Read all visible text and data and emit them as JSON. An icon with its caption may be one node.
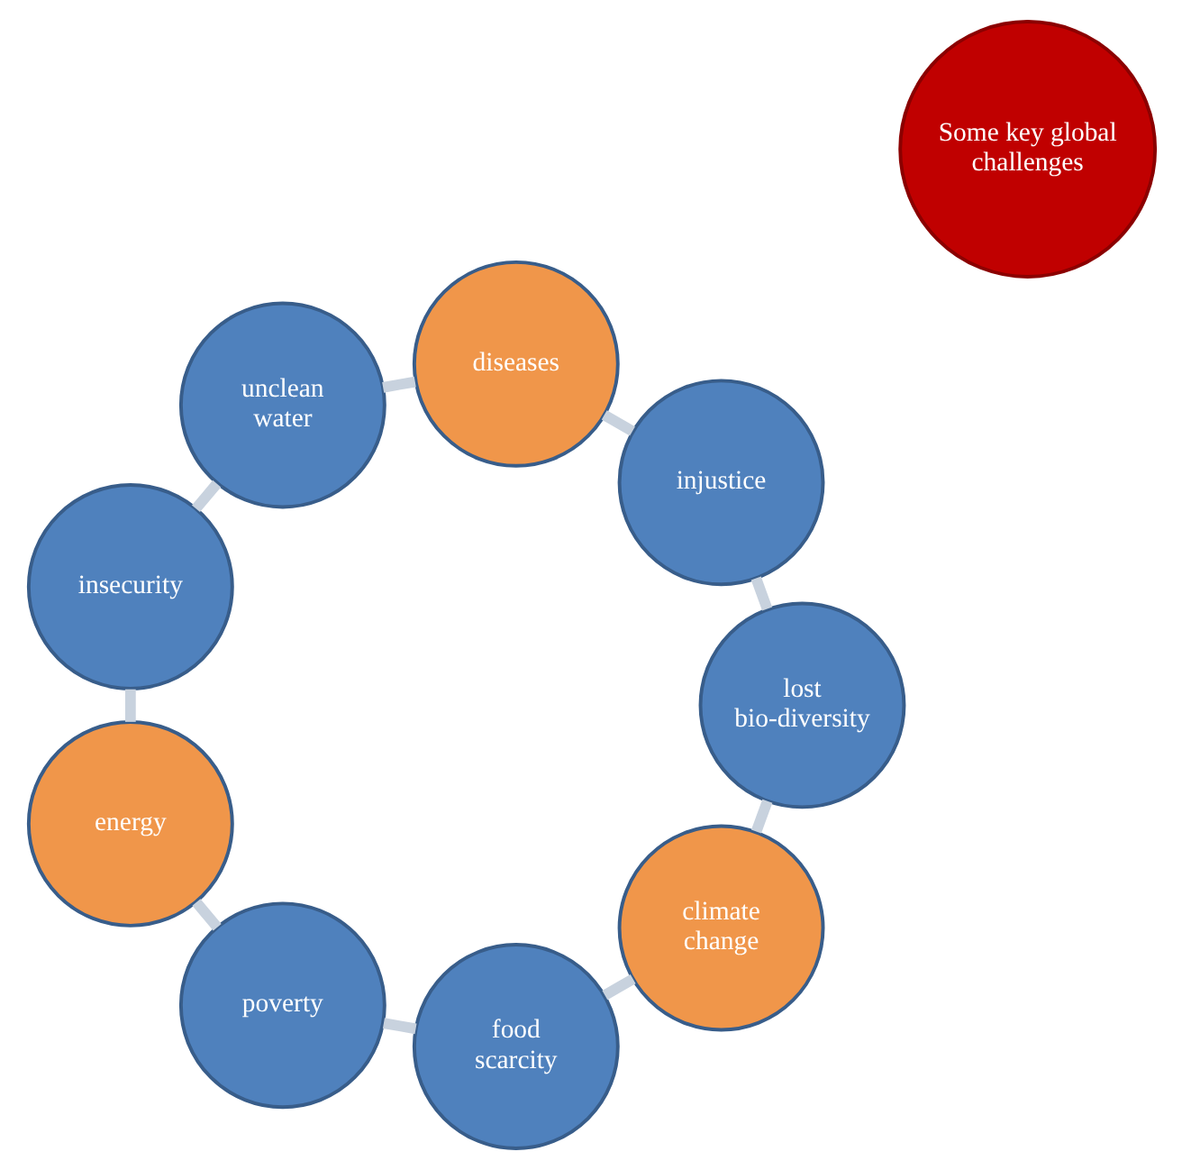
{
  "diagram": {
    "nodes": [
      {
        "text": [
          "climate change"
        ]
      },
      {
        "text": [
          "food scarcity"
        ]
      },
      {
        "text": [
          "poverty"
        ]
      },
      {
        "text": [
          "energy"
        ]
      },
      {
        "text": [
          "insecurity"
        ]
      },
      {
        "text": [
          "unclean water"
        ]
      },
      {
        "text": [
          "diseases"
        ]
      },
      {
        "text": [
          "injustice"
        ]
      },
      {
        "text": [
          "lost bio-diversity"
        ]
      },
      {
        "text": [
          "Some key global challenges"
        ]
      }
    ],
    "edges": [
      {
        "from": 0,
        "to": 1,
        "arrow": "none"
      },
      {
        "from": 1,
        "to": 2,
        "arrow": "none"
      },
      {
        "from": 2,
        "to": 3,
        "arrow": "none"
      },
      {
        "from": 3,
        "to": 4,
        "arrow": "none"
      },
      {
        "from": 4,
        "to": 5,
        "arrow": "none"
      },
      {
        "from": 5,
        "to": 6,
        "arrow": "none"
      },
      {
        "from": 6,
        "to": 7,
        "arrow": "none"
      },
      {
        "from": 7,
        "to": 8,
        "arrow": "none"
      },
      {
        "from": 8,
        "to": 0,
        "arrow": "none"
      }
    ]
  }
}
